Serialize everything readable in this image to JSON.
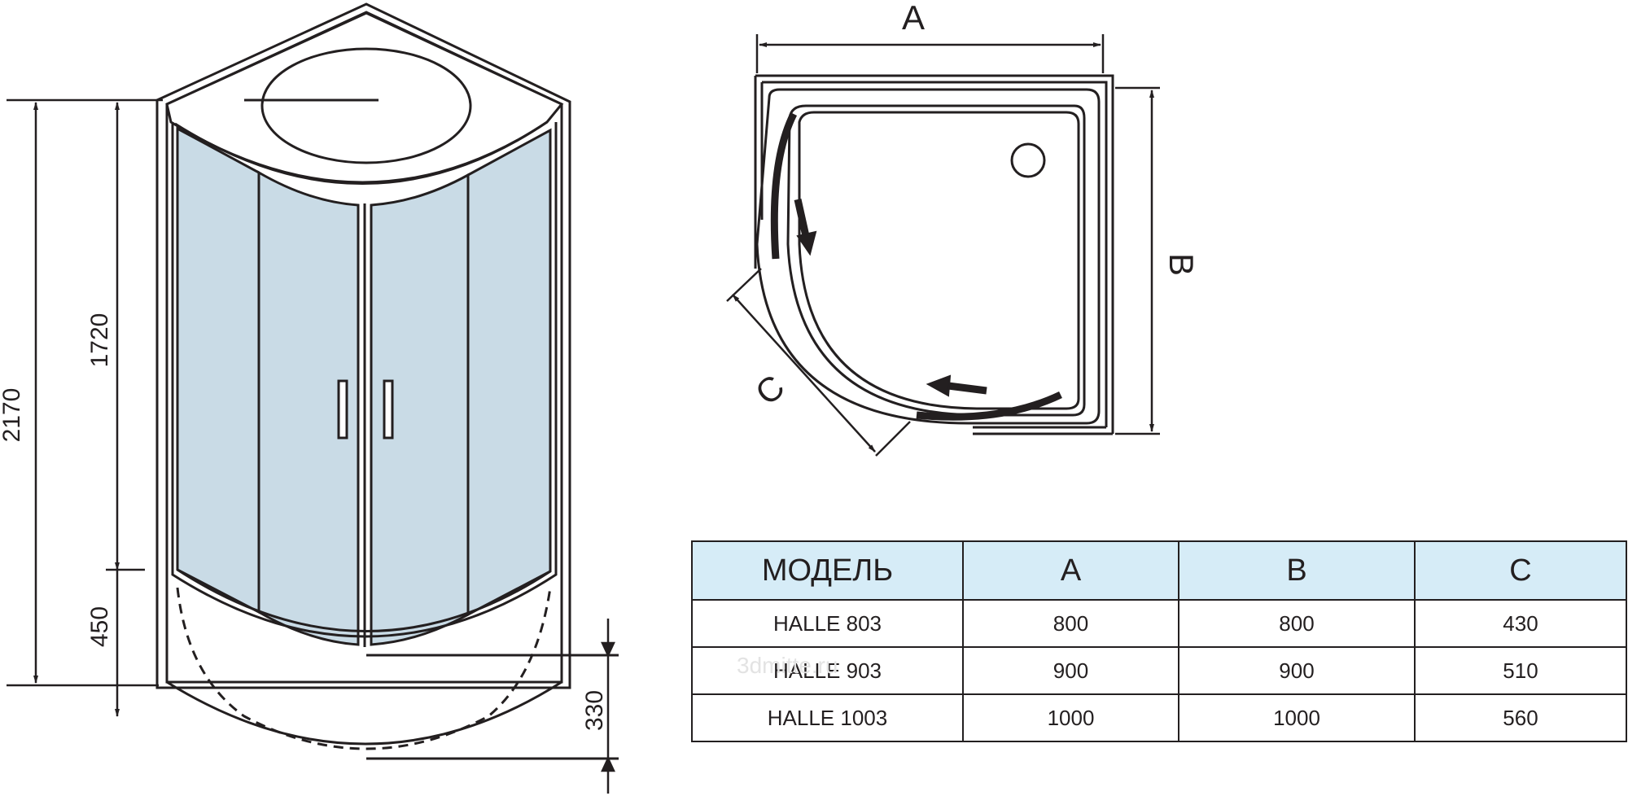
{
  "front_view": {
    "dim_total_height": "2170",
    "dim_glass_height": "1720",
    "dim_tray_height": "450",
    "dim_tray_depth": "330"
  },
  "plan_view": {
    "label_a": "A",
    "label_b": "B",
    "label_c": "C"
  },
  "table": {
    "headers": [
      "МОДЕЛЬ",
      "A",
      "B",
      "C"
    ],
    "rows": [
      [
        "HALLE 803",
        "800",
        "800",
        "430"
      ],
      [
        "HALLE 903",
        "900",
        "900",
        "510"
      ],
      [
        "HALLE 1003",
        "1000",
        "1000",
        "560"
      ]
    ]
  },
  "watermark": "3dmitte.ru",
  "colors": {
    "line": "#231f20",
    "glass": "#c9dbe6",
    "header_fill": "#d6ecf7"
  }
}
